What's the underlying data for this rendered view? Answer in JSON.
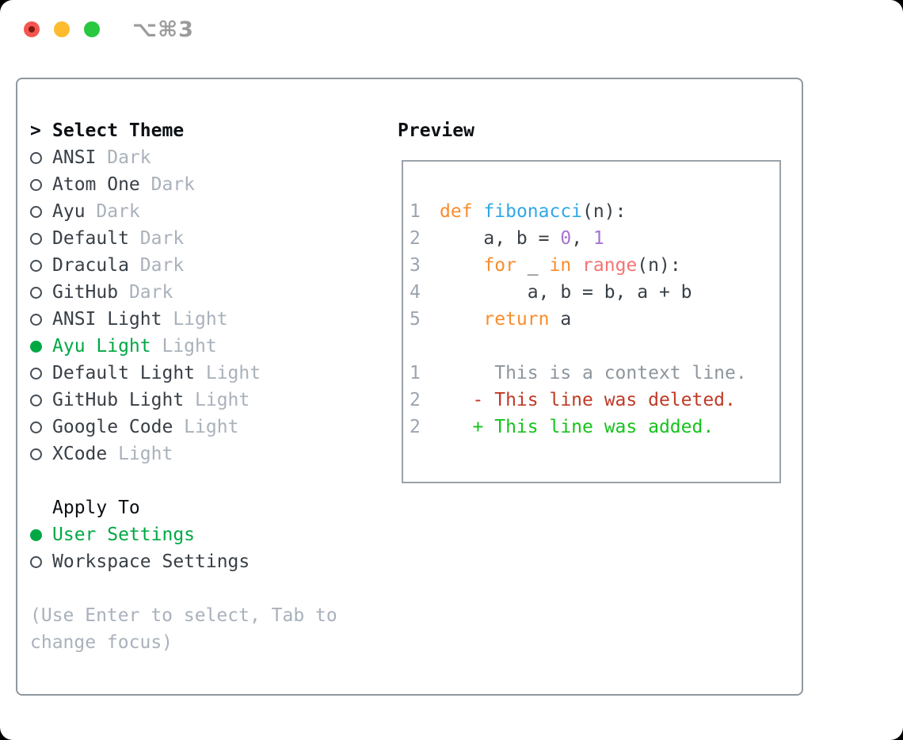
{
  "window": {
    "shortcut": "⌥⌘3"
  },
  "theme_list": {
    "title_prefix": ">",
    "title": "Select Theme",
    "items": [
      {
        "name": "ANSI",
        "variant": "Dark",
        "selected": false
      },
      {
        "name": "Atom One",
        "variant": "Dark",
        "selected": false
      },
      {
        "name": "Ayu",
        "variant": "Dark",
        "selected": false
      },
      {
        "name": "Default",
        "variant": "Dark",
        "selected": false
      },
      {
        "name": "Dracula",
        "variant": "Dark",
        "selected": false
      },
      {
        "name": "GitHub",
        "variant": "Dark",
        "selected": false
      },
      {
        "name": "ANSI Light",
        "variant": "Light",
        "selected": false
      },
      {
        "name": "Ayu Light",
        "variant": "Light",
        "selected": true
      },
      {
        "name": "Default Light",
        "variant": "Light",
        "selected": false
      },
      {
        "name": "GitHub Light",
        "variant": "Light",
        "selected": false
      },
      {
        "name": "Google Code",
        "variant": "Light",
        "selected": false
      },
      {
        "name": "XCode",
        "variant": "Light",
        "selected": false
      }
    ]
  },
  "apply_to": {
    "title": "Apply To",
    "options": [
      {
        "label": "User Settings",
        "selected": true
      },
      {
        "label": "Workspace Settings",
        "selected": false
      }
    ]
  },
  "hint": "(Use Enter to select, Tab to change focus)",
  "preview": {
    "title": "Preview",
    "lines": [
      {
        "num": "1",
        "segments": [
          {
            "text": "def",
            "color": "keyword"
          },
          {
            "text": " ",
            "color": "fg"
          },
          {
            "text": "fibonacci",
            "color": "function"
          },
          {
            "text": "(n):",
            "color": "fg"
          }
        ]
      },
      {
        "num": "2",
        "segments": [
          {
            "text": "    a, b = ",
            "color": "fg"
          },
          {
            "text": "0",
            "color": "number"
          },
          {
            "text": ", ",
            "color": "fg"
          },
          {
            "text": "1",
            "color": "number"
          }
        ]
      },
      {
        "num": "3",
        "segments": [
          {
            "text": "    ",
            "color": "fg"
          },
          {
            "text": "for",
            "color": "keyword"
          },
          {
            "text": " _ ",
            "color": "fg"
          },
          {
            "text": "in",
            "color": "keyword"
          },
          {
            "text": " ",
            "color": "fg"
          },
          {
            "text": "range",
            "color": "call"
          },
          {
            "text": "(n):",
            "color": "fg"
          }
        ]
      },
      {
        "num": "4",
        "segments": [
          {
            "text": "        a, b = b, a + b",
            "color": "fg"
          }
        ]
      },
      {
        "num": "5",
        "segments": [
          {
            "text": "    ",
            "color": "fg"
          },
          {
            "text": "return",
            "color": "keyword"
          },
          {
            "text": " a",
            "color": "fg"
          }
        ]
      },
      {
        "num": "",
        "segments": []
      },
      {
        "num": "1",
        "segments": [
          {
            "text": "     This is a context line.",
            "color": "context"
          }
        ]
      },
      {
        "num": "2",
        "segments": [
          {
            "text": "   - This line was deleted.",
            "color": "deleted"
          }
        ]
      },
      {
        "num": "2",
        "segments": [
          {
            "text": "   + This line was added.",
            "color": "added"
          }
        ]
      }
    ]
  },
  "colors": {
    "selection_green": "#00a845",
    "added_green": "#16c31c",
    "deleted_red": "#bf3a26",
    "keyword_orange": "#f98d2d",
    "function_blue": "#2fa8e6",
    "call_coral": "#f47574",
    "number_purple": "#a674d1",
    "text_dark": "#383f46",
    "muted_gray": "#a9b1bb",
    "gutter_gray": "#9ba4af",
    "context_gray": "#8d959d",
    "heading_black": "#0c1014",
    "panel_border": "#90989f",
    "preview_border": "#9aa2aa",
    "traffic_red": "#f4564f",
    "traffic_yellow": "#fdbb2d",
    "traffic_green": "#28c840"
  }
}
